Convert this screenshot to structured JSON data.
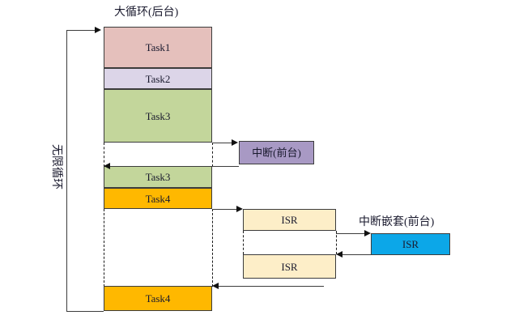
{
  "diagram": {
    "title_background_loop": "大循环(后台)",
    "title_interrupt": "中断(前台)",
    "title_nested_interrupt": "中断嵌套(前台)",
    "vertical_loop_label": "无限循环",
    "bottom_caption": ""
  },
  "colors": {
    "task1": "#e5c0bc",
    "task2": "#dcd5e8",
    "task3": "#c3d69b",
    "task4": "#ffb800",
    "interrupt": "#a899c4",
    "isr_cream": "#fdeec8",
    "isr_blue": "#0ca7e8",
    "stroke": "#3c3c3c",
    "background": "#ffffff"
  },
  "background_tasks": [
    {
      "label": "Task1",
      "color_key": "task1"
    },
    {
      "label": "Task2",
      "color_key": "task2"
    },
    {
      "label": "Task3",
      "color_key": "task3"
    },
    {
      "label": "",
      "color_key": "background"
    },
    {
      "label": "Task3",
      "color_key": "task3"
    },
    {
      "label": "Task4",
      "color_key": "task4"
    },
    {
      "label": "",
      "color_key": "background"
    },
    {
      "label": "Task4",
      "color_key": "task4"
    }
  ],
  "interrupt_blocks": [
    {
      "label": "中断(前台)",
      "color_key": "interrupt"
    }
  ],
  "isr_blocks": [
    {
      "label": "ISR",
      "color_key": "isr_cream"
    },
    {
      "label": "ISR",
      "color_key": "isr_cream"
    }
  ],
  "nested_isr_blocks": [
    {
      "label": "ISR",
      "color_key": "isr_blue"
    }
  ]
}
